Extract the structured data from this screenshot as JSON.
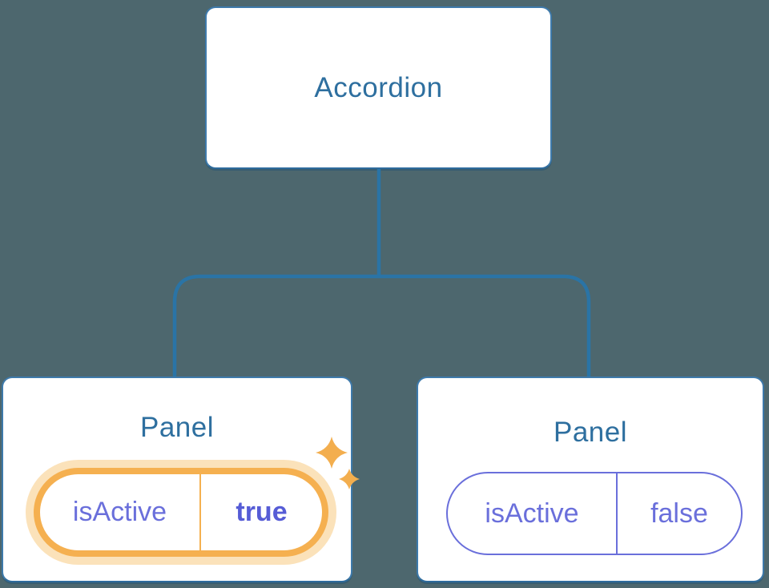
{
  "colors": {
    "bg": "#4d676e",
    "card-border": "#3e7aab",
    "card-border-dark": "#2e6b9c",
    "line": "#2a74a6",
    "node-text": "#2e6f9f",
    "purple": "#6a6fdb",
    "purple-bold": "#565cd6",
    "orange": "#f5b050",
    "orange-halo": "#fbe2ba",
    "sparkle": "#f3ae4e"
  },
  "tree": {
    "root": {
      "label": "Accordion"
    },
    "children": [
      {
        "label": "Panel",
        "state_key": "isActive",
        "state_value": "true",
        "highlighted": true,
        "icon": "sparkles-icon"
      },
      {
        "label": "Panel",
        "state_key": "isActive",
        "state_value": "false",
        "highlighted": false
      }
    ]
  }
}
